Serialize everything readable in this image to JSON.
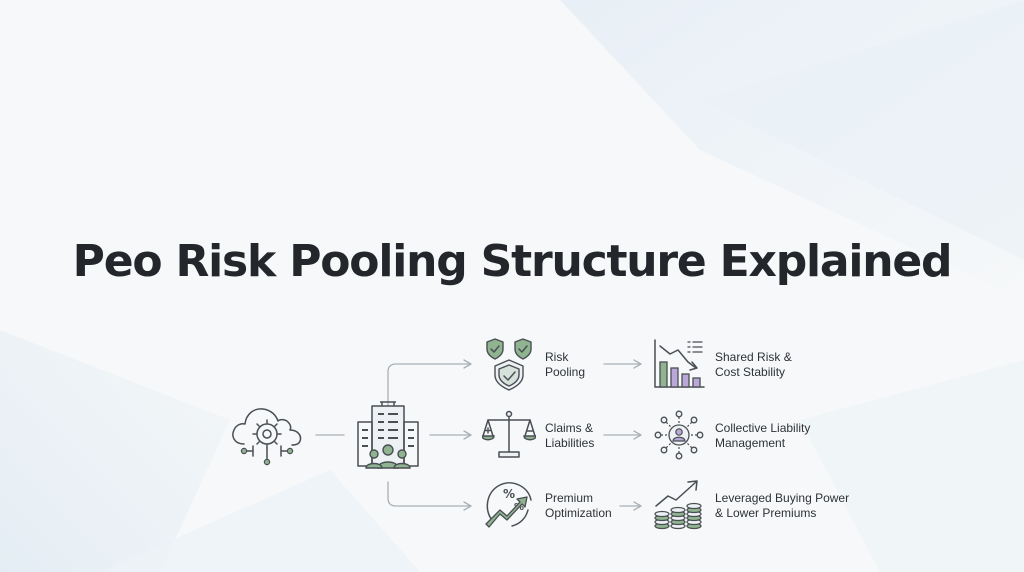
{
  "title": "Peo Risk Pooling Structure Explained",
  "colors": {
    "accent": "#8fb48f",
    "secondary": "#b9a8d8",
    "line": "#a9b0b6",
    "ink": "#4a4f55",
    "title": "#23262b"
  },
  "source": {
    "icon": "cloud-gear-icon"
  },
  "hub": {
    "icon": "office-building-people-icon"
  },
  "rows": [
    {
      "mechanism": {
        "icon": "shield-check-icon",
        "line1": "Risk",
        "line2": "Pooling"
      },
      "outcome": {
        "icon": "declining-bar-chart-icon",
        "line1": "Shared Risk &",
        "line2": "Cost Stability"
      }
    },
    {
      "mechanism": {
        "icon": "balance-scale-icon",
        "line1": "Claims &",
        "line2": "Liabilities"
      },
      "outcome": {
        "icon": "network-person-icon",
        "line1": "Collective Liability",
        "line2": "Management"
      }
    },
    {
      "mechanism": {
        "icon": "percent-growth-icon",
        "line1": "Premium",
        "line2": "Optimization"
      },
      "outcome": {
        "icon": "coin-stacks-growth-icon",
        "line1": "Leveraged Buying Power",
        "line2": "& Lower Premiums"
      }
    }
  ]
}
